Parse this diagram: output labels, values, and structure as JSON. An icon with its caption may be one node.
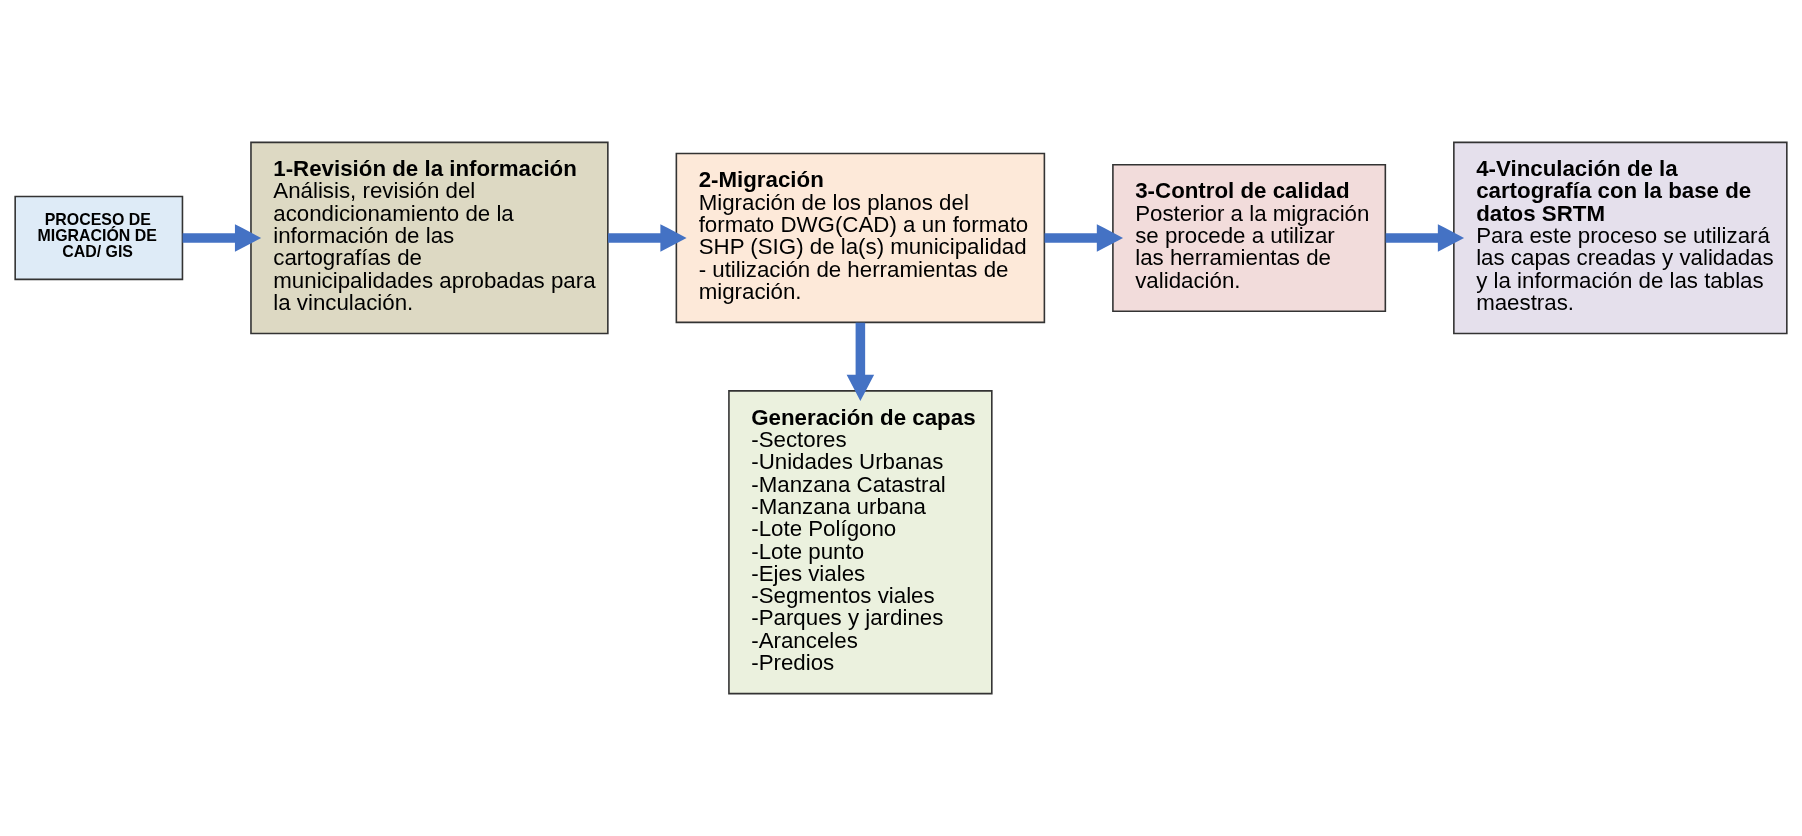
{
  "diagram": {
    "nodes": [
      {
        "text": [
          "PROCESO DE MIGRACIÓN DE CAD/ GIS"
        ]
      },
      {
        "text": [
          "1-Revisión de la información",
          "Análisis, revisión del acondicionamiento de la información de las cartografías de municipalidades aprobadas para la vinculación."
        ]
      },
      {
        "text": [
          "2-Migración",
          "Migración de los planos del formato DWG(CAD) a un formato SHP (SIG) de la(s) municipalidad - utilización de herramientas de migración."
        ]
      },
      {
        "text": [
          "3-Control de calidad",
          "Posterior a la migración se procede a utilizar las herramientas de validación."
        ]
      },
      {
        "text": [
          "4-Vinculación de la cartografía con la base de datos SRTM",
          "Para este proceso se utilizará las capas creadas y validadas y la información de las tablas maestras."
        ]
      },
      {
        "text": [
          "Generación de capas",
          "-Sectores",
          "-Unidades Urbanas",
          "-Manzana Catastral",
          "-Manzana urbana",
          "-Lote Polígono",
          "-Lote punto",
          "-Ejes viales",
          "-Segmentos viales",
          "-Parques y jardines",
          "-Aranceles",
          "-Predios"
        ]
      }
    ],
    "edges": [
      {
        "from": 0,
        "to": 1,
        "arrow": "to"
      },
      {
        "from": 1,
        "to": 2,
        "arrow": "to"
      },
      {
        "from": 2,
        "to": 3,
        "arrow": "to"
      },
      {
        "from": 3,
        "to": 4,
        "arrow": "to"
      },
      {
        "from": 2,
        "to": 5,
        "arrow": "to"
      }
    ]
  }
}
